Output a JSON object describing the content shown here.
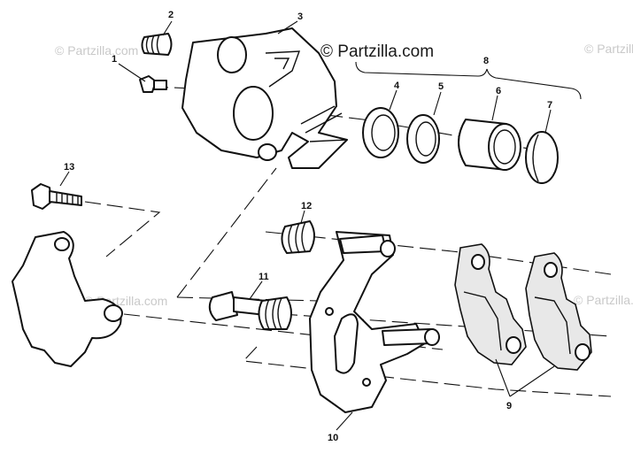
{
  "watermark": {
    "main": "© Partzilla.com",
    "faint_left": "© Partzilla.com",
    "faint_right": "© Partzilla.com",
    "faint_mid": "© Partzilla.com",
    "faint_right_low": "© Partzilla.com"
  },
  "callouts": [
    "1",
    "2",
    "3",
    "4",
    "5",
    "6",
    "7",
    "8",
    "9",
    "10",
    "11",
    "12",
    "13"
  ]
}
